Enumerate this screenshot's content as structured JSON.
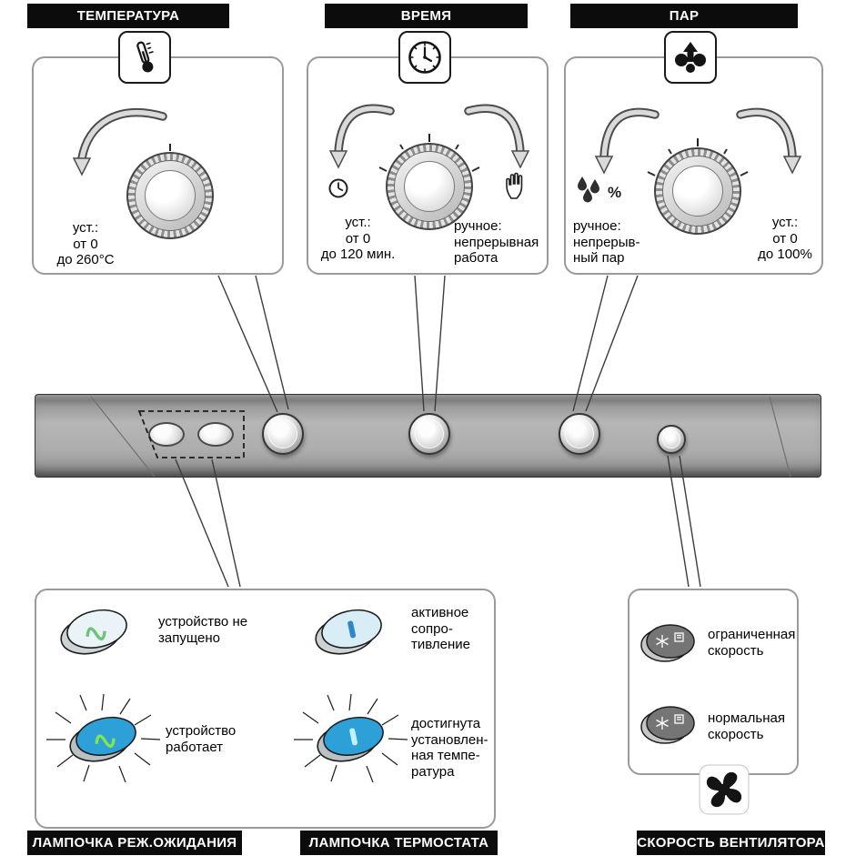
{
  "sections": {
    "temperature": {
      "header": "ТЕМПЕРАТУРА",
      "set_text": "уст.:\nот 0\nдо 260°C"
    },
    "time": {
      "header": "ВРЕМЯ",
      "set_text": "уст.:\nот 0\nдо 120 мин.",
      "manual_text": "ручное:\nнепрерывная\nработа"
    },
    "steam": {
      "header": "ПАР",
      "manual_text": "ручное:\nнепрерыв-\nный пар",
      "percent_symbol": "%",
      "set_text": "уст.:\nот 0\nдо 100%"
    }
  },
  "indicators": {
    "standby": {
      "label": "ЛАМПОЧКА РЕЖ.ОЖИДАНИЯ",
      "off_text": "устройство не\nзапущено",
      "on_text": "устройство\nработает"
    },
    "thermostat": {
      "label": "ЛАМПОЧКА ТЕРМОСТАТА",
      "off_text": "активное\nсопро-\nтивление",
      "on_text": "достигнута\nустановлен-\nная темпе-\nратура"
    }
  },
  "fan": {
    "label": "СКОРОСТЬ ВЕНТИЛЯТОРА",
    "limited_text": "ограниченная\nскорость",
    "normal_text": "нормальная\nскорость"
  },
  "icons": {
    "temperature": "thermometer-icon",
    "time": "clock-icon",
    "steam": "steam-icon",
    "time_set": "clock-small-icon",
    "time_manual": "hand-icon",
    "steam_manual": "water-drops-icon",
    "fan": "fan-icon",
    "fan_buttons": "snowflake-square-icons"
  },
  "colors": {
    "lamp_on_blue": "#2da0d8",
    "indicator_green": "#6fd84e",
    "header_bg": "#0c0c0c",
    "strip_gray": "#adadad"
  }
}
